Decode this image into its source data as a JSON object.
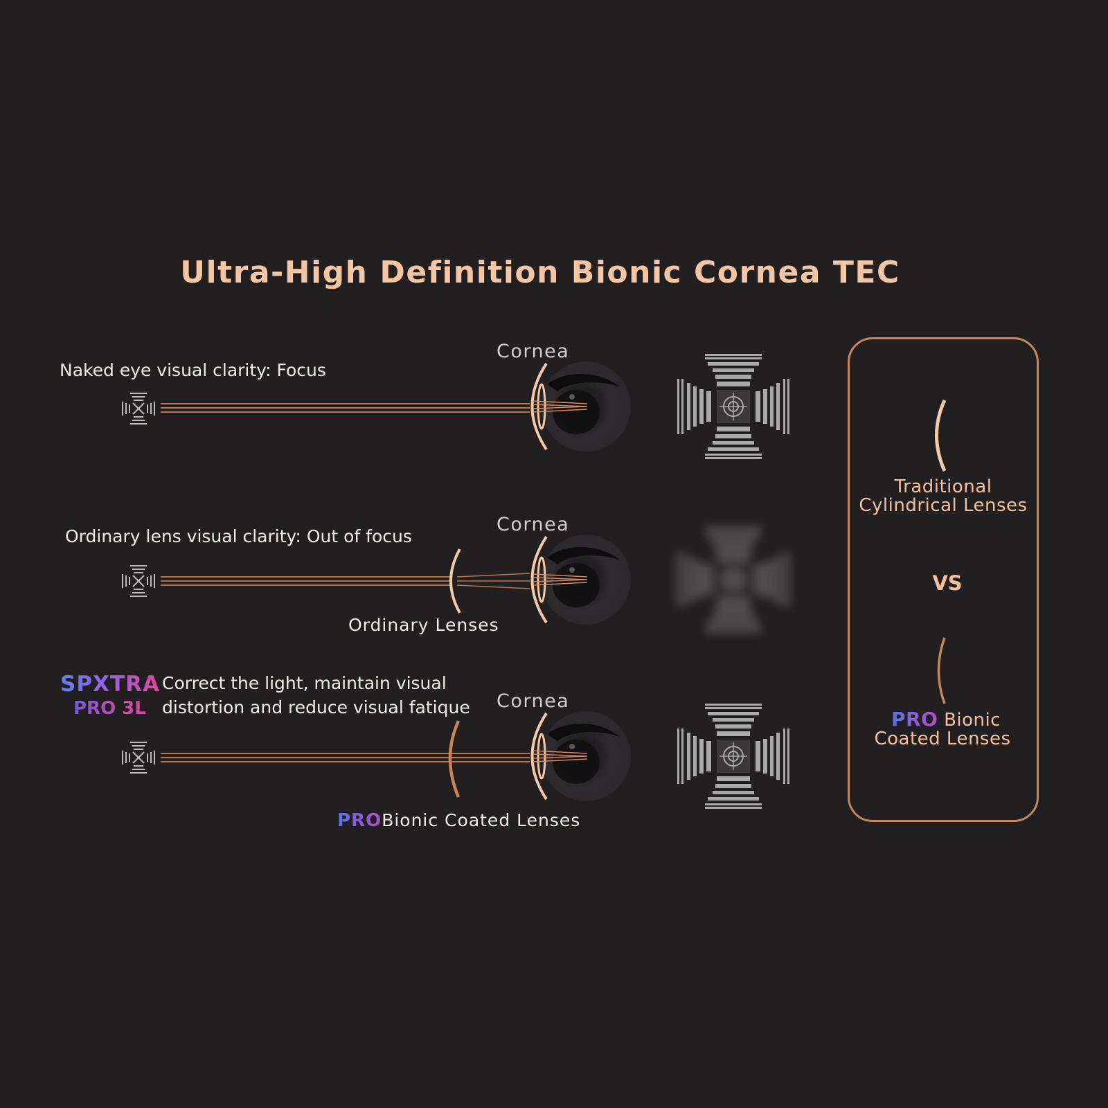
{
  "title": "Ultra-High Definition Bionic Cornea TEC",
  "rows": [
    {
      "label": "Naked eye visual clarity: Focus",
      "cornea": "Cornea"
    },
    {
      "label": "Ordinary lens visual clarity: Out of focus",
      "cornea": "Cornea",
      "lens_label": "Ordinary Lenses"
    },
    {
      "label_lines": [
        "Correct the light, maintain visual",
        "distortion and reduce visual fatique"
      ],
      "cornea": "Cornea",
      "lens_label_brand": "PRO",
      "lens_label_text": "Bionic Coated Lenses"
    }
  ],
  "brand_logo": {
    "line1": "SPXTRA",
    "line2": "PRO 3L"
  },
  "comparison": {
    "item1_lines": [
      "Traditional",
      "Cylindrical Lenses"
    ],
    "vs": "VS",
    "item2_brand": "PRO",
    "item2_lines": [
      "Bionic",
      "Coated Lenses"
    ]
  },
  "colors": {
    "background": "#221f20",
    "accent": "#f6c6a2",
    "lens_stroke": "#c78758",
    "box_border": "#c78758"
  }
}
